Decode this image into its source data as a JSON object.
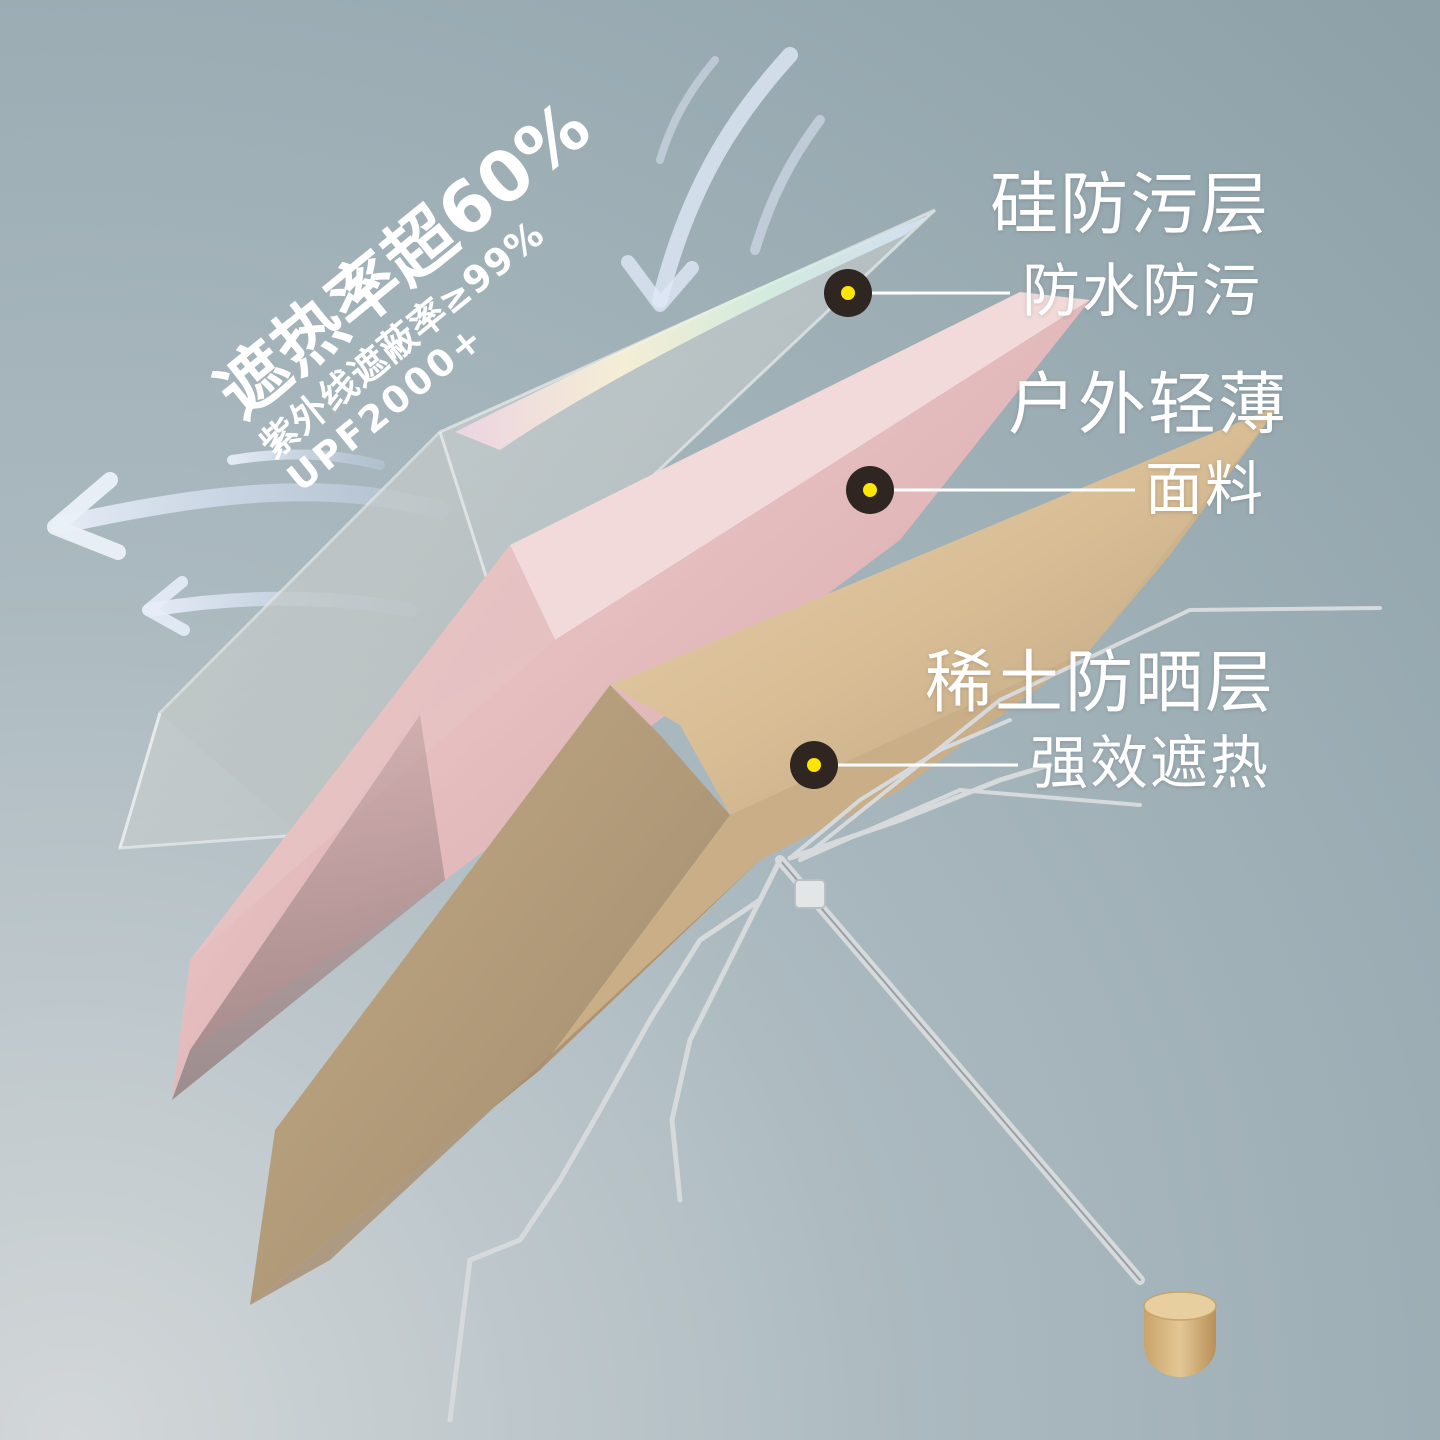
{
  "headline": {
    "main": "遮热率超60%",
    "uv": "紫外线遮蔽率≥99%",
    "upf": "UPF2000+"
  },
  "layers": [
    {
      "title": "硅防污层",
      "subtitle": "防水防污"
    },
    {
      "title": "户外轻薄",
      "subtitle": "面料"
    },
    {
      "title": "稀土防晒层",
      "subtitle": "强效遮热"
    }
  ],
  "colors": {
    "background_top": "#8fa3ab",
    "background_bottom": "#c7ced2",
    "clear_layer": "#c9cfd0",
    "pink_layer": "#e9c3c4",
    "beige_layer": "#e4c7a0",
    "marker_ring": "#2f2622",
    "marker_dot": "#ffe600",
    "frame_metal": "#d8dcde",
    "handle_wood": "#d8b67c"
  }
}
